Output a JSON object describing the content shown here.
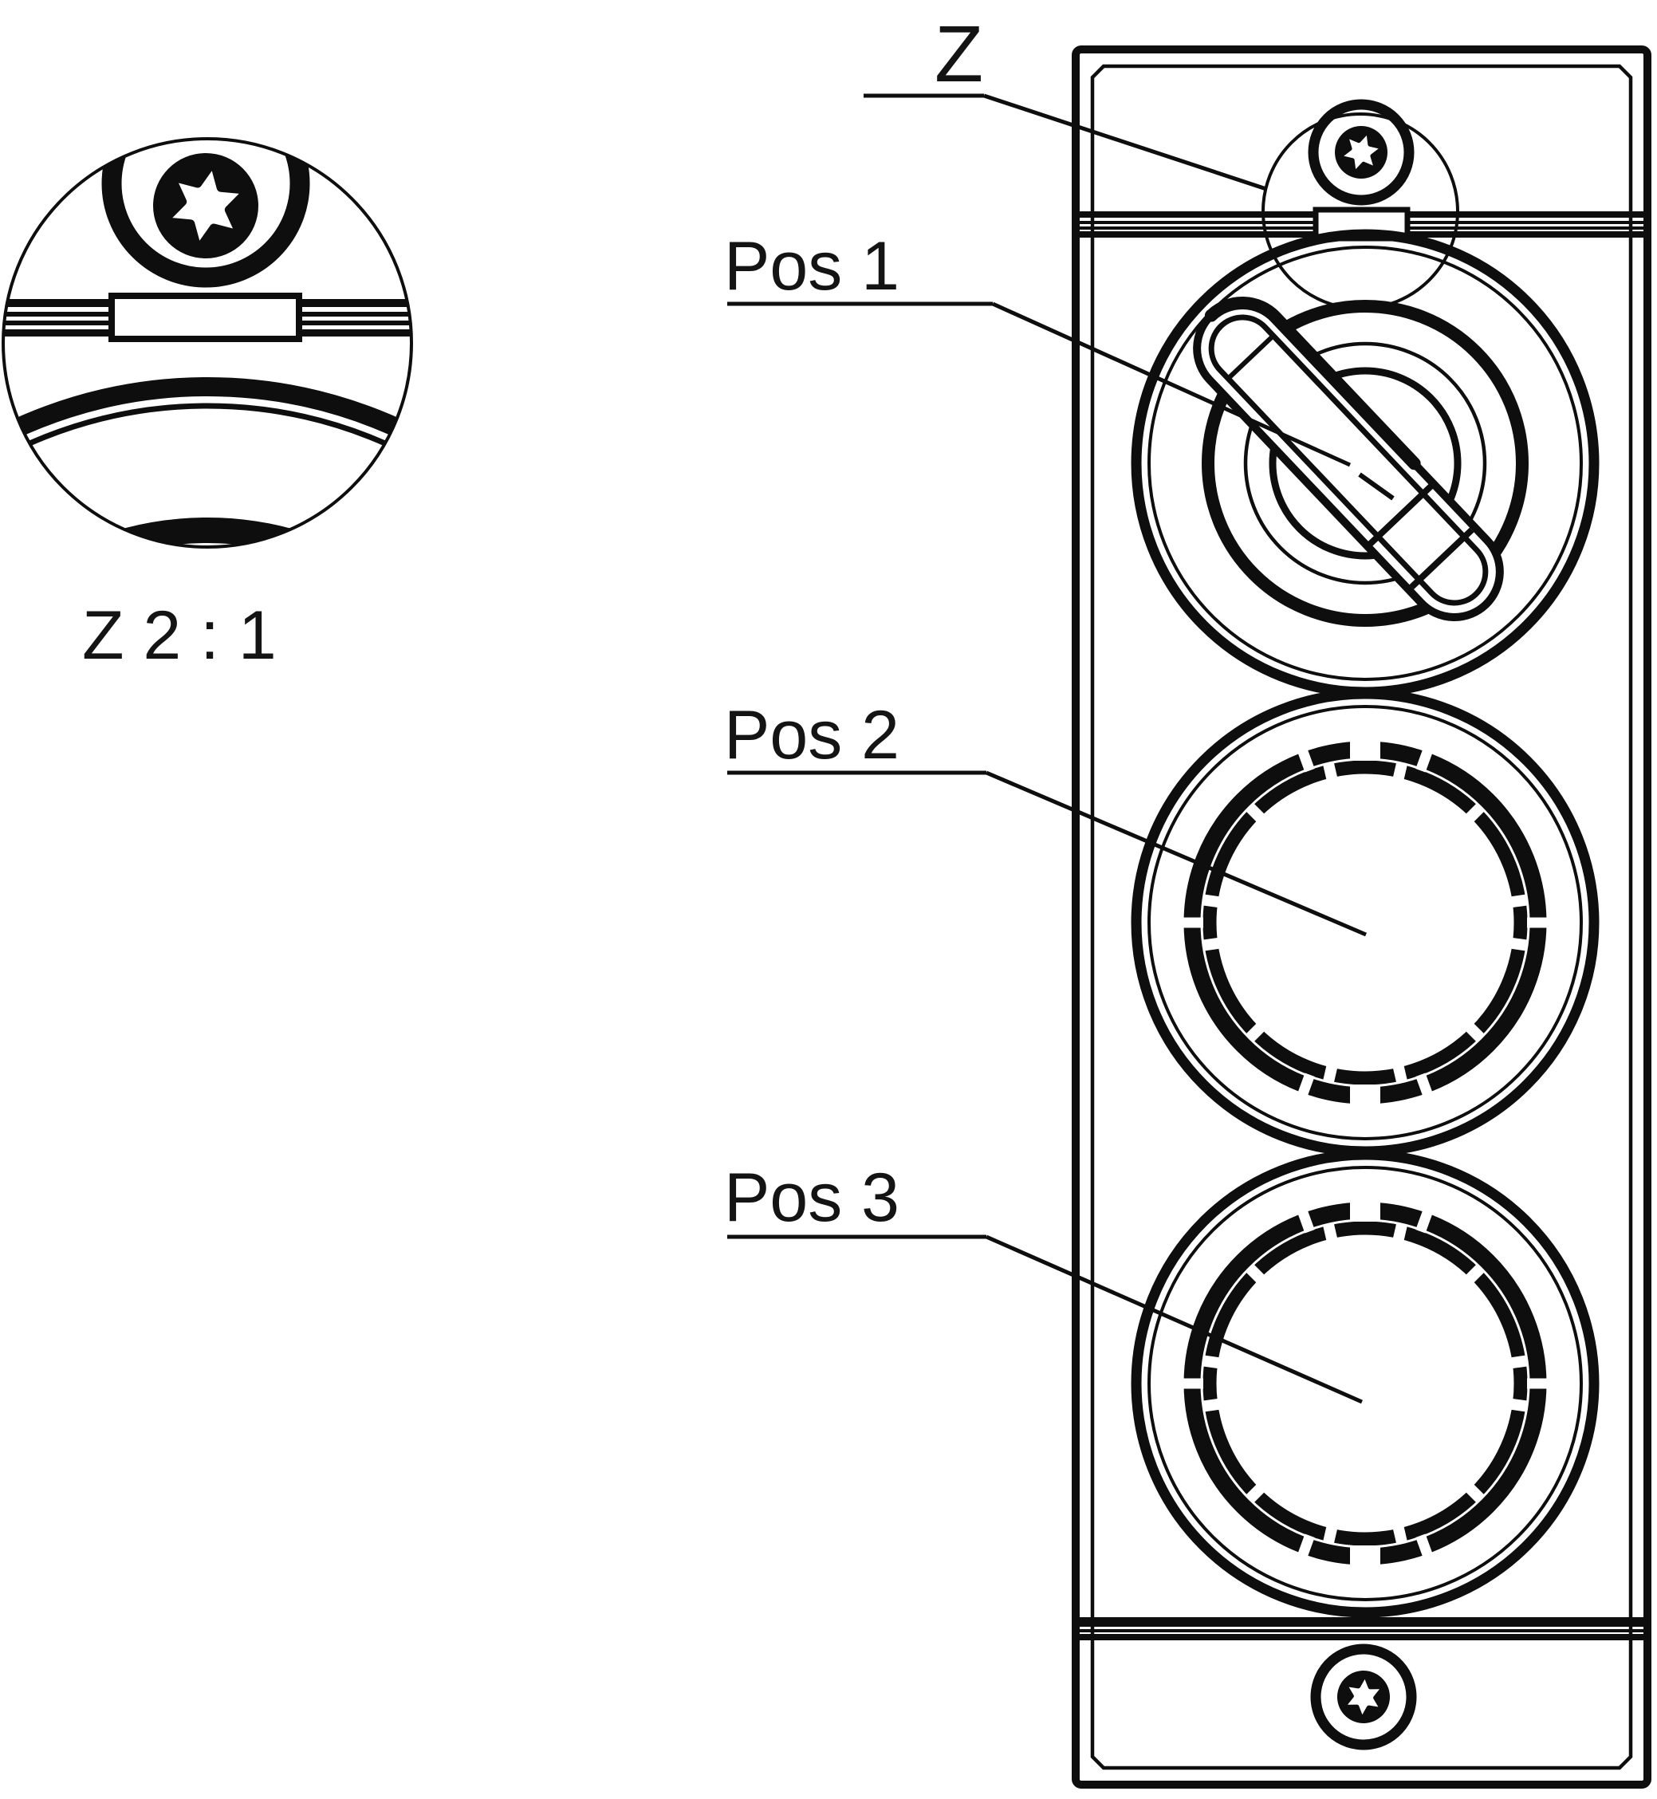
{
  "drawing": {
    "type": "technical-line-drawing",
    "background": "#ffffff",
    "ink_color": "#0e0e0e",
    "detail_view": {
      "scale_label": "Z 2 : 1",
      "content": "2x magnified detail of top torx screw, panel seam band and bezel arcs"
    },
    "callouts": {
      "z": "Z",
      "pos1": "Pos 1",
      "pos2": "Pos 2",
      "pos3": "Pos 3"
    },
    "features": {
      "top_fastener": "torx-screw",
      "bottom_fastener": "torx-screw",
      "pos1": "rotary lever knob in round bezel",
      "pos2": "empty round socket with castellated ring",
      "pos3": "empty round socket with castellated ring"
    }
  }
}
